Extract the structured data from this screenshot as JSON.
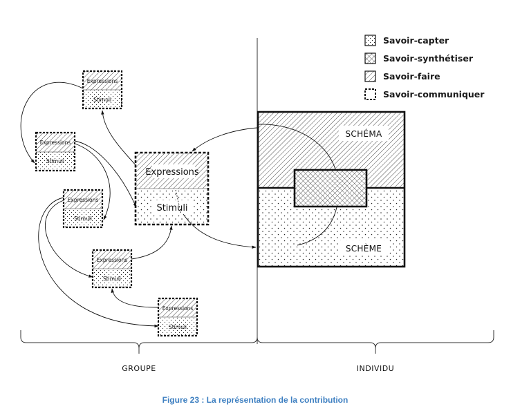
{
  "legend": {
    "items": [
      {
        "label": "Savoir-capter"
      },
      {
        "label": "Savoir-synthétiser"
      },
      {
        "label": "Savoir-faire"
      },
      {
        "label": "Savoir-communiquer"
      }
    ]
  },
  "boxes": {
    "expressions_label": "Expressions",
    "stimuli_label": "Stimuli"
  },
  "individual": {
    "schema_label": "SCHÉMA",
    "scheme_label": "SCHÈME"
  },
  "braces": {
    "left_label": "GROUPE",
    "right_label": "INDIVIDU"
  },
  "caption": "Figure 23 : La représentation de la contribution"
}
